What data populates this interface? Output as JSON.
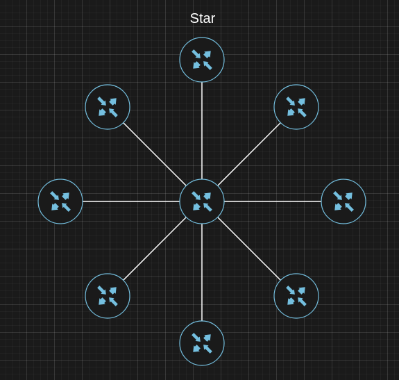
{
  "title": "Star",
  "colors": {
    "background": "#1a1a1a",
    "link": "#ffffff",
    "router_stroke": "#74bfdf",
    "router_arrow": "#74bfdf"
  },
  "nodes": [
    {
      "id": "hub",
      "icon": "router-icon",
      "role": "center"
    },
    {
      "id": "top",
      "icon": "router-icon"
    },
    {
      "id": "top-right",
      "icon": "router-icon"
    },
    {
      "id": "right",
      "icon": "router-icon"
    },
    {
      "id": "bottom-right",
      "icon": "router-icon"
    },
    {
      "id": "bottom",
      "icon": "router-icon"
    },
    {
      "id": "bottom-left",
      "icon": "router-icon"
    },
    {
      "id": "left",
      "icon": "router-icon"
    },
    {
      "id": "top-left",
      "icon": "router-icon"
    }
  ],
  "edges": [
    {
      "from": "hub",
      "to": "top"
    },
    {
      "from": "hub",
      "to": "top-right"
    },
    {
      "from": "hub",
      "to": "right"
    },
    {
      "from": "hub",
      "to": "bottom-right"
    },
    {
      "from": "hub",
      "to": "bottom"
    },
    {
      "from": "hub",
      "to": "bottom-left"
    },
    {
      "from": "hub",
      "to": "left"
    },
    {
      "from": "hub",
      "to": "top-left"
    }
  ]
}
